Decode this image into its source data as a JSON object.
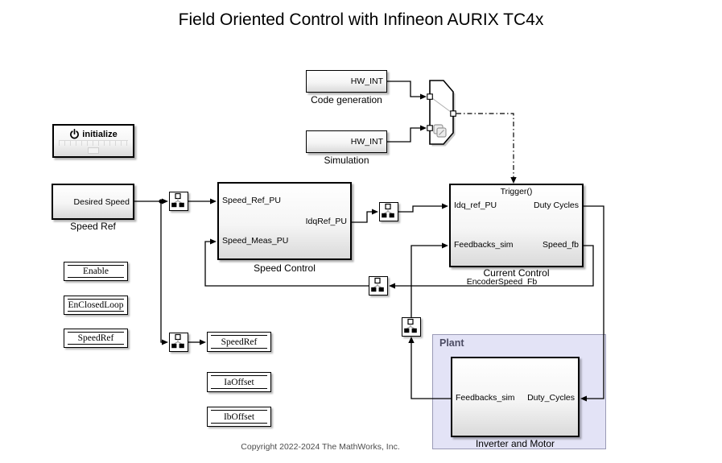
{
  "title": "Field Oriented Control with Infineon AURIX TC4x",
  "copyright": "Copyright 2022-2024 The MathWorks, Inc.",
  "blocks": {
    "initialize": {
      "label": "initialize"
    },
    "speed_ref": {
      "port": "Desired Speed",
      "name": "Speed Ref"
    },
    "code_generation": {
      "port": "HW_INT",
      "name": "Code generation"
    },
    "simulation": {
      "port": "HW_INT",
      "name": "Simulation"
    },
    "speed_control": {
      "name": "Speed Control",
      "in1": "Speed_Ref_PU",
      "in2": "Speed_Meas_PU",
      "out1": "IdqRef_PU"
    },
    "current_control": {
      "name": "Current Control",
      "trigger": "Trigger()",
      "in1": "Idq_ref_PU",
      "in2": "Feedbacks_sim",
      "out1": "Duty Cycles",
      "out2": "Speed_fb"
    },
    "inverter_and_motor": {
      "name": "Inverter and Motor",
      "in1": "Duty_Cycles",
      "out1": "Feedbacks_sim"
    },
    "enable": {
      "label": "Enable"
    },
    "en_closed_loop": {
      "label": "EnClosedLoop"
    },
    "speed_ref_param": {
      "label": "SpeedRef"
    },
    "speed_ref_display": {
      "label": "SpeedRef"
    },
    "ia_offset": {
      "label": "IaOffset"
    },
    "ib_offset": {
      "label": "IbOffset"
    }
  },
  "plant": {
    "label": "Plant"
  },
  "signal_labels": {
    "encoder_speed_fb": "EncoderSpeed_Fb"
  },
  "colors": {
    "background": "#ffffff",
    "wire": "#000000",
    "plant_fill": "#e3e3f6",
    "plant_border": "#9a9ab6",
    "plant_label": "#4c4c63"
  }
}
